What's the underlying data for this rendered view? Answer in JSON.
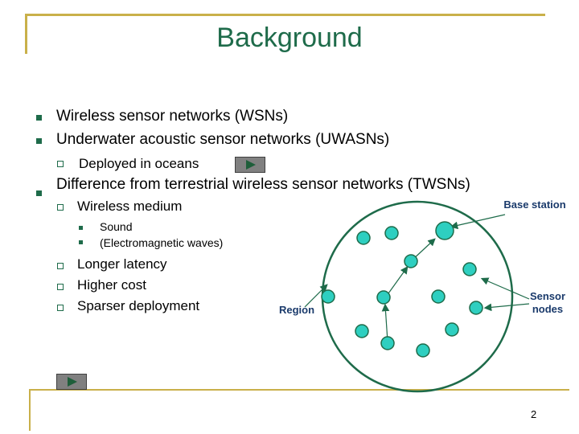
{
  "slide": {
    "title": "Background",
    "bullets": [
      "Wireless sensor networks (WSNs)",
      "Underwater acoustic sensor networks (UWASNs)",
      "Deployed in oceans",
      "Difference from terrestrial wireless sensor networks (TWSNs)",
      "Wireless medium",
      "Sound",
      "(Electromagnetic waves)",
      "Longer latency",
      "Higher cost",
      "Sparser deployment"
    ],
    "diagram": {
      "base_station_label": "Base station",
      "region_label": "Region",
      "sensor_label_line1": "Sensor",
      "sensor_label_line2": "nodes"
    },
    "page_number": "2",
    "colors": {
      "accent": "#1e6b4a",
      "frame": "#c9b04a",
      "node_fill": "#2ecfc0",
      "node_stroke": "#1e6b4a",
      "label": "#1a3a6b"
    }
  }
}
